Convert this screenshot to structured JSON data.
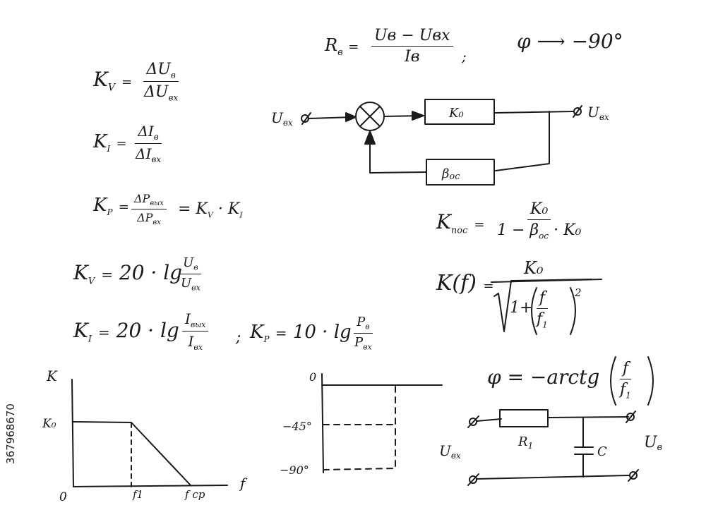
{
  "formulas": {
    "kv_def": {
      "lhs": "K",
      "sub": "V",
      "eq": "=",
      "num": "ΔU",
      "num_sub": "в",
      "den": "ΔU",
      "den_sub": "вх"
    },
    "ki_def": {
      "lhs": "K",
      "sub": "I",
      "eq": "=",
      "num": "ΔI",
      "num_sub": "в",
      "den": "ΔI",
      "den_sub": "вх"
    },
    "kp_def": {
      "lhs": "K",
      "sub": "P",
      "eq": "=",
      "num": "ΔP",
      "num_sub": "вых",
      "den": "ΔP",
      "den_sub": "вх",
      "rhs": "= K",
      "rhs_sub1": "V",
      "dot": "·",
      "rhs2": "K",
      "rhs_sub2": "I"
    },
    "kv_db": {
      "lhs": "K",
      "sub": "V",
      "eq": "=",
      "coef": "20 · lg",
      "num": "U",
      "num_sub": "в",
      "den": "U",
      "den_sub": "вх"
    },
    "ki_db": {
      "lhs": "K",
      "sub": "I",
      "eq": "=",
      "coef": "20 · lg",
      "num": "I",
      "num_sub": "вых",
      "den": "I",
      "den_sub": "вх",
      "sep": ";"
    },
    "kp_db": {
      "lhs": "K",
      "sub": "P",
      "eq": "=",
      "coef": "10 · lg",
      "num": "P",
      "num_sub": "в",
      "den": "P",
      "den_sub": "вх"
    },
    "rin": {
      "lhs": "R",
      "sub": "в",
      "eq": "=",
      "num": "Uв − Uвх",
      "den": "Iв",
      "sep": ";"
    },
    "phase_limit": {
      "lhs": "φ",
      "arrow": "⟶",
      "rhs": "−90°"
    },
    "k_fb": {
      "lhs": "K",
      "sub": "пос",
      "eq": "=",
      "num": "K₀",
      "den": "1 − β",
      "den_sub": "ос",
      "den_tail": "· K₀"
    },
    "k_f": {
      "lhs": "K(f)",
      "eq": "=",
      "num": "K₀",
      "den": "1+",
      "frac_num": "f",
      "frac_den": "f",
      "frac_den_sub": "1",
      "power": "2"
    },
    "phi_f": {
      "lhs": "φ",
      "eq": "= −arctg",
      "frac_num": "f",
      "frac_den": "f",
      "frac_den_sub": "1"
    }
  },
  "block_diagram": {
    "input_label": "U",
    "input_sub": "вх",
    "output_label": "U",
    "output_sub": "вх",
    "k0_label": "K₀",
    "beta_label": "β",
    "beta_sub": "ос"
  },
  "amplitude_chart": {
    "y_label": "K",
    "x_label": "f",
    "origin": "0",
    "level_label": "K₀",
    "f1_label": "f1",
    "fcp_label": "f ср"
  },
  "phase_chart": {
    "tick_0": "0",
    "tick_45": "−45°",
    "tick_90": "−90°"
  },
  "rc_circuit": {
    "r_label": "R",
    "r_sub": "1",
    "c_label": "C",
    "in_label": "U",
    "in_sub": "вх",
    "out_label": "U",
    "out_sub": "в"
  },
  "side_id": "367968670"
}
